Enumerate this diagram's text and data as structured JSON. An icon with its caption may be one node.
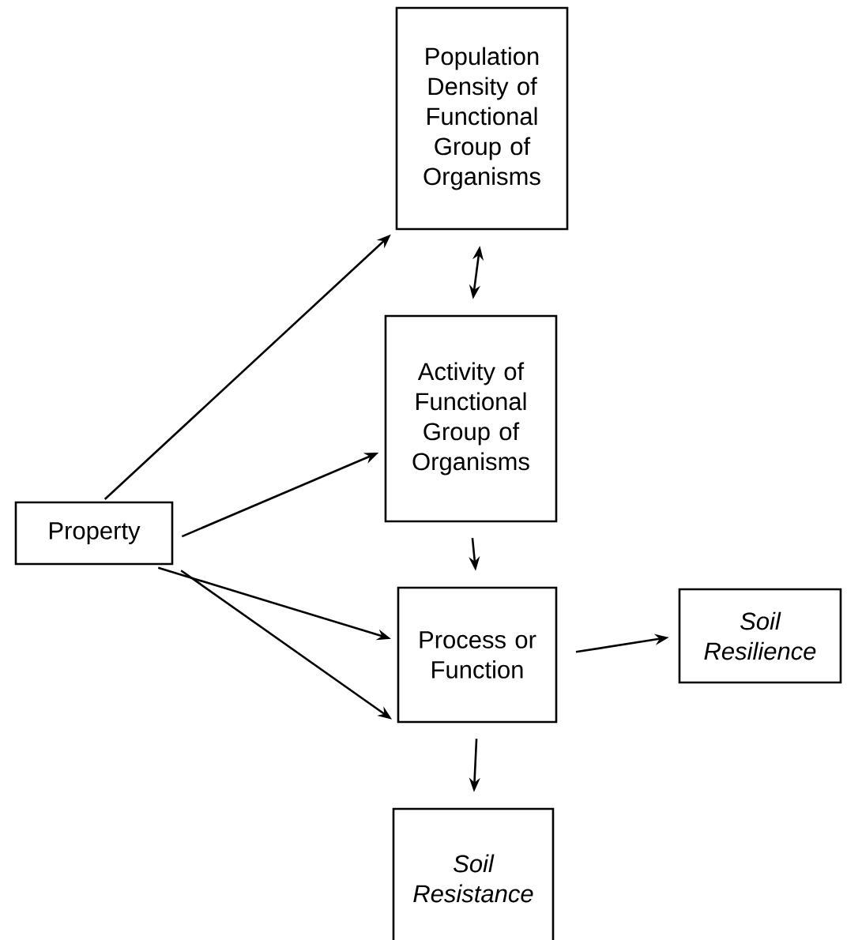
{
  "diagram": {
    "nodes": [
      {
        "text": [
          "Population Density of Functional Group of Organisms"
        ]
      },
      {
        "text": [
          "Activity of Functional Group of Organisms"
        ]
      },
      {
        "text": [
          "Property"
        ]
      },
      {
        "text": [
          "Process or Function"
        ]
      },
      {
        "text": [
          "Soil Resilience"
        ]
      },
      {
        "text": [
          "Soil Resistance"
        ]
      }
    ],
    "edges": [
      {
        "from": 0,
        "to": 1,
        "arrow": "both"
      },
      {
        "from": 2,
        "to": 0,
        "arrow": "to"
      },
      {
        "from": 2,
        "to": 1,
        "arrow": "to"
      },
      {
        "from": 2,
        "to": 3,
        "arrow": "to"
      },
      {
        "from": 2,
        "to": 3,
        "arrow": "to"
      },
      {
        "from": 1,
        "to": 3,
        "arrow": "to"
      },
      {
        "from": 3,
        "to": 4,
        "arrow": "to"
      },
      {
        "from": 3,
        "to": 5,
        "arrow": "to"
      }
    ]
  }
}
